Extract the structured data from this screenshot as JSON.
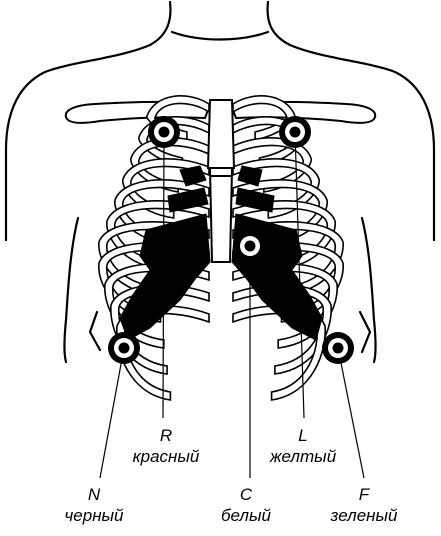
{
  "colors": {
    "line": "#000000",
    "background": "#ffffff",
    "cartilage_fill": "#000000"
  },
  "electrodes": [
    {
      "id": "R",
      "letter": "R",
      "color_name": "красный"
    },
    {
      "id": "L",
      "letter": "L",
      "color_name": "желтый"
    },
    {
      "id": "N",
      "letter": "N",
      "color_name": "черный"
    },
    {
      "id": "C",
      "letter": "C",
      "color_name": "белый"
    },
    {
      "id": "F",
      "letter": "F",
      "color_name": "зеленый"
    }
  ]
}
